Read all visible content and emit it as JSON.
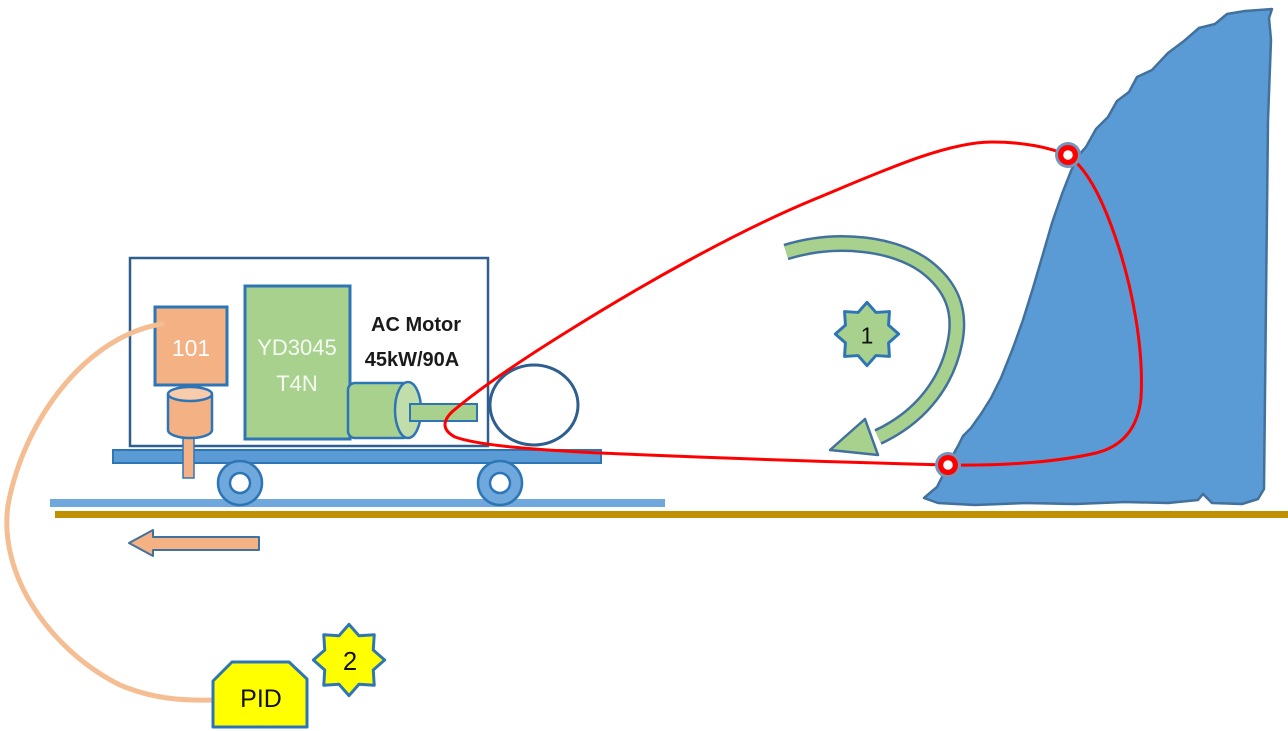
{
  "cart": {
    "sensor_label": "101",
    "vfd_line1": "YD3045",
    "vfd_line2": "T4N",
    "motor_name": "AC Motor",
    "motor_rating": "45kW/90A"
  },
  "controller": {
    "label": "PID"
  },
  "callouts": {
    "one": "1",
    "two": "2"
  },
  "colors": {
    "orange": "#f4b183",
    "orange_light": "#f8cbad",
    "connector_orange": "#f5bd92",
    "green": "#a9d18e",
    "green_light": "#c0ddab",
    "yellow": "#ffff00",
    "blue_fill": "#5b9bd5",
    "blue_light": "#6fa8dc",
    "border_blue": "#2e75b6",
    "frame_blue": "#2e5f8f",
    "rock_border": "#41719c",
    "red": "#ff0000",
    "gold": "#bf9000",
    "marker_ring": "#7496bd",
    "white": "#ffffff"
  }
}
